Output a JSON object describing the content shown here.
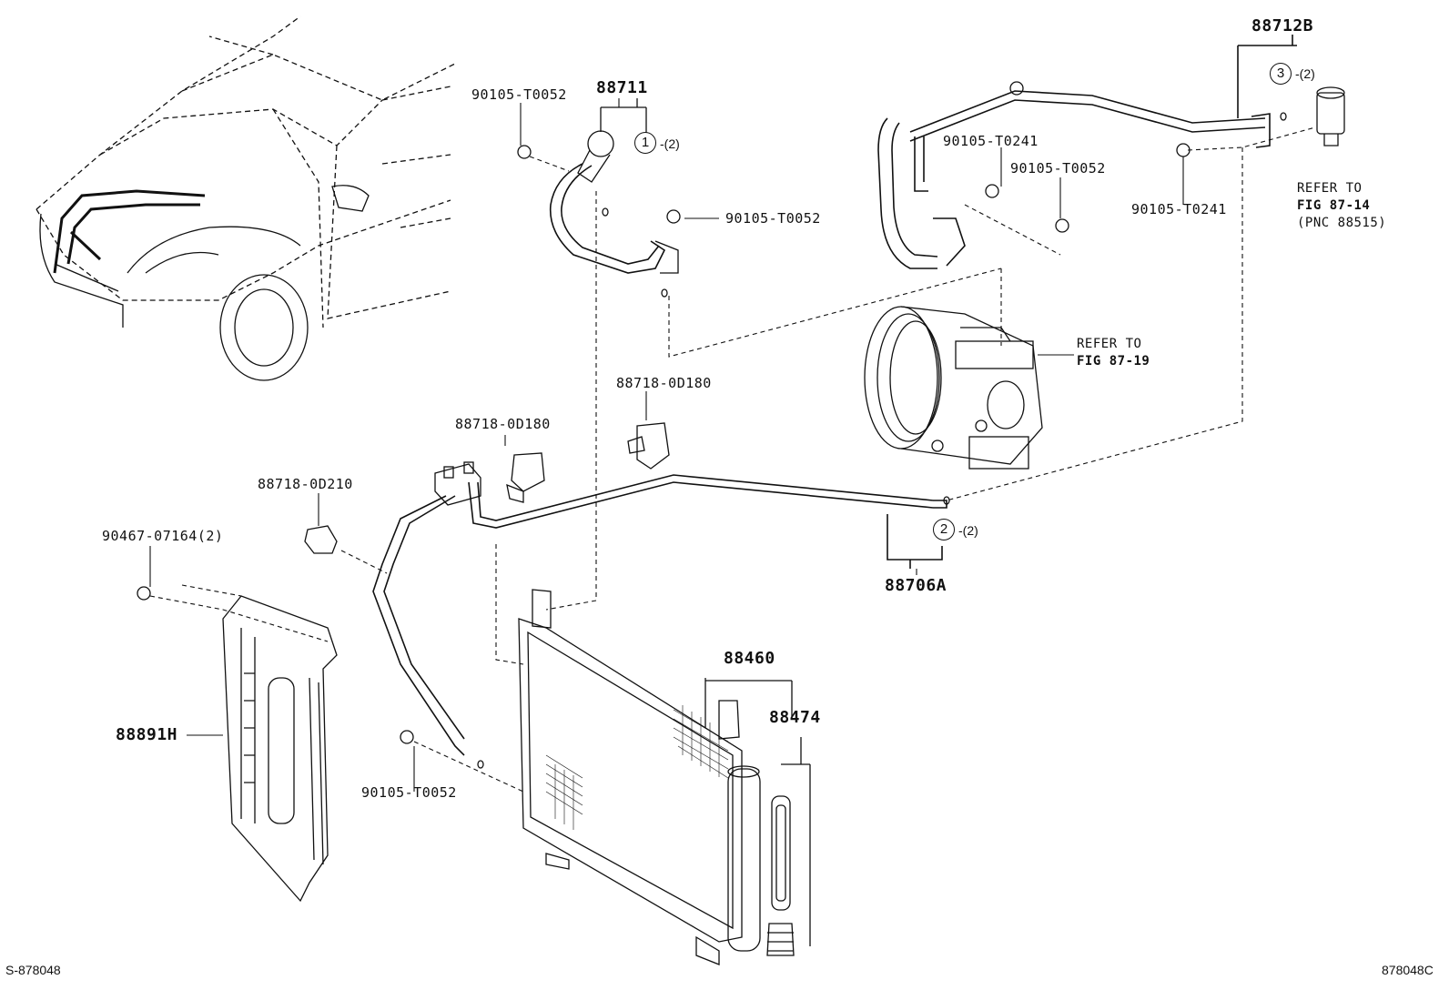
{
  "footer": {
    "left_code": "S-878048",
    "right_code": "878048C"
  },
  "parts": {
    "p88711": "88711",
    "p88712B": "88712B",
    "p88706A": "88706A",
    "p88460": "88460",
    "p88474": "88474",
    "p88891H": "88891H",
    "bolt_t0052_a": "90105-T0052",
    "bolt_t0052_b": "90105-T0052",
    "bolt_t0052_c": "90105-T0052",
    "bolt_t0052_d": "90105-T0052",
    "bolt_t0241_a": "90105-T0241",
    "bolt_t0241_b": "90105-T0241",
    "clamp_d180_a": "88718-0D180",
    "clamp_d180_b": "88718-0D180",
    "clamp_d210": "88718-0D210",
    "clip_90467": "90467-07164(2)"
  },
  "callouts": {
    "c1_num": "1",
    "c1_qty": "-(2)",
    "c2_num": "2",
    "c2_qty": "-(2)",
    "c3_num": "3",
    "c3_qty": "-(2)"
  },
  "references": {
    "compressor_line1": "REFER TO",
    "compressor_line2": "FIG 87-19",
    "valve_line1": "REFER TO",
    "valve_line2": "FIG 87-14",
    "valve_line3": "(PNC 88515)"
  }
}
